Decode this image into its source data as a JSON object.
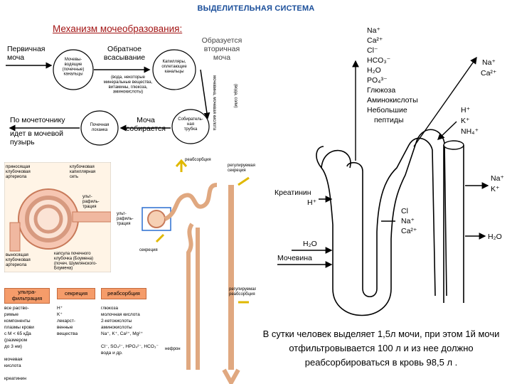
{
  "header": {
    "title": "ВЫДЕЛИТЕЛЬНАЯ СИСТЕМА",
    "subtitle": "Механизм мочеобразования:"
  },
  "flow": {
    "primary_urine": "Первичная\nмоча",
    "reabsorption": "Обратное\nвсасывание",
    "secondary_formed": "Образуется\nвторичная\nмоча",
    "tubules": "Мочевы-\nводящие\n(почечные)\nканальцы",
    "capillaries": "Капилляры,\nоплетающие\nканальцы",
    "substances": "(вода, некоторые\nминеральные вещества,\nвитамины, глюкоза,\nаминокислоты)",
    "vertical_note": "мочевина, мочевая кислота",
    "vertical_note2": "(вода, соли)",
    "via_ureter": "По мочеточнику",
    "to_bladder": "идет в мочевой\nпузырь",
    "renal_pelvis": "Почечная\nлоханка",
    "urine_collects": "Моча\nсобирается",
    "collecting_duct": "Собиратель-\nная\nтрубка"
  },
  "nephron_left": {
    "afferent": "приносящая\nклубочковая\nартериола",
    "capillary_net": "клубочковая\nкапиллярная\nсеть",
    "ultra": "ульт-\nрафиль-\nтрация",
    "efferent": "выносящая\nклубочковая\nартериола",
    "capsule": "капсула почечного\nклубочка (Боумена)\n(почеч. Шумлянского-\nБоумена)"
  },
  "nephron_middle": {
    "reabsorption": "реабсорбция",
    "regulated_secretion": "регулируемая\nсекреция",
    "ultrafiltration": "ульт-\nрафиль-\nтрация",
    "secretion": "секреция",
    "regulated_reabsorption": "регулируемая\nреабсорбция",
    "nephron": "нефрон"
  },
  "table": {
    "headers": [
      "ультра-\nфильтрация",
      "секреция",
      "реабсорбция"
    ],
    "col1": "все раство-\nримые\nкомпоненты\nплазмы крови\nс М < 65 кДа\n(размером\nдо 3 нм)\n\nмочевая\nкислота\n\nкреатинин",
    "col2": "H⁺\nK⁺\nлекарст-\nвенные\nвещества",
    "col3": "глюкоза\nмолочная кислота\n2-кетокислоты\nаминокислоты\nNa⁺, K⁺, Ca²⁺, Mg²⁺\n\nCl⁻, SO₄²⁻, HPO₄²⁻, HCO₃⁻\nвода и др."
  },
  "nephron_right": {
    "top_ions": [
      "Na⁺",
      "Ca²⁺",
      "Cl⁻",
      "HCO₃⁻",
      "H₂O",
      "PO₄³⁻",
      "Глюкоза",
      "Аминокислоты",
      "Небольшие",
      "пептиды"
    ],
    "na_ca": [
      "Na⁺",
      "Ca²⁺"
    ],
    "h_k_nh": [
      "H⁺",
      "K⁺",
      "NH₄⁺"
    ],
    "creatinine": [
      "Креатинин",
      "H⁺"
    ],
    "cl_na_ca": [
      "Cl",
      "Na⁺",
      "Ca²⁺"
    ],
    "h2o_left": "H₂O",
    "urea": "Мочевина",
    "na_k_right": [
      "Na⁺",
      "K⁺"
    ],
    "h2o_right": "H₂O"
  },
  "caption": "В сутки человек выделяет 1,5л мочи, при этом 1й мочи отфильтровывается 100 л и из нее должно реабсорбироваться в кровь 98,5 л ."
}
